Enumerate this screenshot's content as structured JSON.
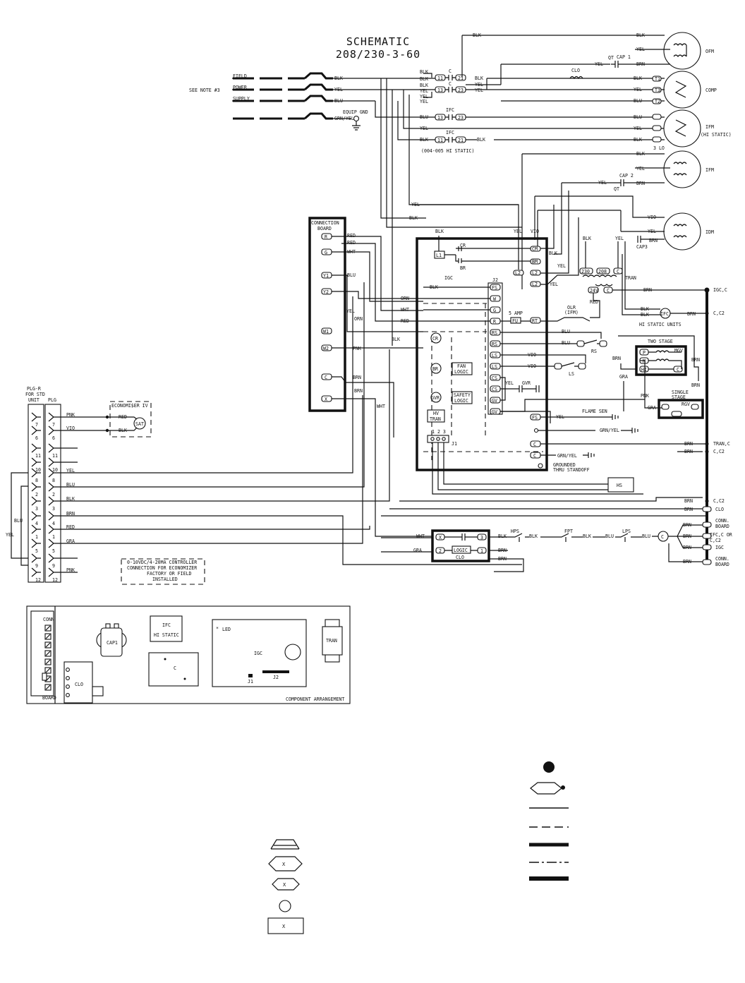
{
  "title": {
    "line1": "SCHEMATIC",
    "line2": "208/230-3-60"
  },
  "supply": {
    "field": "FIELD",
    "power": "POWER",
    "supply": "SUPPLY",
    "see_note": "SEE NOTE #3",
    "equip_gnd": "EQUIP GND",
    "wires": [
      "BLK",
      "YEL",
      "BLU",
      "GRN/YEL"
    ]
  },
  "motors": {
    "ofm": "OFM",
    "comp": "COMP",
    "ifm_hi": "IFM",
    "hi_static": "(HI STATIC)",
    "ifm": "IFM",
    "idm": "IDM",
    "hi_static_note": "(004-005 HI STATIC)"
  },
  "components": {
    "c": "C",
    "ifc": "IFC",
    "clo": "CLO",
    "cap1": "CAP 1",
    "cap2": "CAP 2",
    "cap3": "CAP3",
    "qt": "QT",
    "tran": "TRAN",
    "three_lo": "3 LO",
    "igc": "IGC",
    "cr": "CR",
    "br": "BR",
    "j1": "J1",
    "j1_pins": "1 2 3",
    "j2": "J2",
    "five_amp": "5 AMP",
    "fu": "FU",
    "olr": "OLR",
    "olr_ifm": "(IFM)",
    "rs": "RS",
    "ls": "LS",
    "gvr": "GVR",
    "fan_logic_1": "FAN",
    "fan_logic_2": "LOGIC",
    "safety_1": "SAFETY",
    "safety_2": "LOGIC",
    "hv_1": "HV",
    "hv_2": "TRAN",
    "flame_sen": "FLAME SEN",
    "grounded_1": "GROUNDED",
    "grounded_2": "THRU STANDOFF",
    "hs": "HS",
    "two_stage": "TWO STAGE",
    "mgv": "MGV",
    "single_stage_1": "SINGLE",
    "single_stage_2": "STAGE",
    "rgv": "RGV",
    "hi_static_units": "HI STATIC UNITS",
    "logic": "LOGIC",
    "hps": "HPS",
    "fpt": "FPT",
    "lps": "LPS"
  },
  "conn_board": {
    "title_1": "CONNECTION",
    "title_2": "BOARD",
    "terminals": [
      "R",
      "G",
      "Y1",
      "Y2",
      "W1",
      "W2",
      "C",
      "X"
    ]
  },
  "j2_pins": [
    "FS",
    "W",
    "G",
    "R",
    "RS",
    "RS",
    "LS",
    "LS",
    "CS",
    "CS",
    "GV",
    "GV"
  ],
  "plugs": {
    "plgr_1": "PLG-R",
    "plgr_2": "FOR STD",
    "plgr_3": "UNIT",
    "plg": "PLG",
    "economizer": "ECONOMI$ER IV",
    "sat": "SAT",
    "controller_note": [
      "0-10VDC/4-20MA CONTROLLER",
      "CONNECTION FOR ECONOMIZER",
      "FACTORY OR FIELD",
      "INSTALLED"
    ],
    "rows": [
      {
        "l": "7",
        "r": "7",
        "wire": "PNK"
      },
      {
        "l": "6",
        "r": "6",
        "wire": "VIO"
      },
      {
        "l": "11",
        "r": "11",
        "wire": ""
      },
      {
        "l": "10",
        "r": "10",
        "wire": ""
      },
      {
        "l": "8",
        "r": "8",
        "wire": "YEL"
      },
      {
        "l": "2",
        "r": "2",
        "wire": "BLU"
      },
      {
        "l": "3",
        "r": "3",
        "wire": "BLK"
      },
      {
        "l": "4",
        "r": "4",
        "wire": "BRN"
      },
      {
        "l": "1",
        "r": "1",
        "wire": "RED"
      },
      {
        "l": "5",
        "r": "5",
        "wire": "GRA"
      },
      {
        "l": "9",
        "r": "9",
        "wire": ""
      },
      {
        "l": "12",
        "r": "12",
        "wire": "PNK"
      }
    ]
  },
  "right_labels": [
    "IGC,C",
    "C,C2",
    "TRAN,C",
    "C,C2",
    "C,C2",
    "CLO",
    "CONN.",
    "BOARD",
    "IFC,C OR",
    "C,C2",
    "IGC",
    "CONN.",
    "BOARD"
  ],
  "wires": {
    "blk": "BLK",
    "yel": "YEL",
    "blu": "BLU",
    "brn": "BRN",
    "vio": "VIO",
    "red": "RED",
    "wht": "WHT",
    "orn": "ORN",
    "pnk": "PNK",
    "gra": "GRA",
    "grn_yel": "GRN/YEL"
  },
  "arrangement": {
    "title": "COMPONENT ARRANGEMENT",
    "conn": "CONN",
    "board": "BOARD",
    "cap1": "CAP1",
    "ifc_1": "IFC",
    "ifc_2": "HI STATIC",
    "c": "C",
    "led": "LED",
    "igc": "IGC",
    "j1": "J1",
    "j2": "J2",
    "tran": "TRAN",
    "clo": "CLO"
  },
  "legend": {
    "x1": "X",
    "x2": "X",
    "x3": "X"
  }
}
